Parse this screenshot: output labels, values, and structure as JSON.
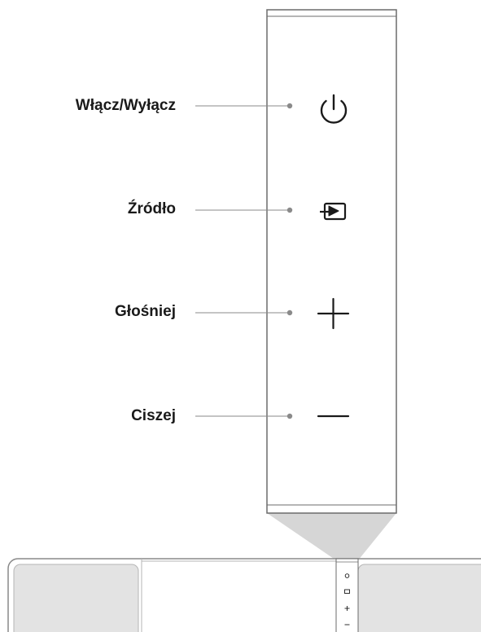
{
  "labels": {
    "power": "Włącz/Wyłącz",
    "source": "Źródło",
    "volume_up": "Głośniej",
    "volume_down": "Ciszej"
  },
  "icons": {
    "power": "power-icon",
    "source": "source-input-icon",
    "volume_up": "plus-icon",
    "volume_down": "minus-icon"
  },
  "colors": {
    "text": "#1a1a1a",
    "outline": "#6b6b6b",
    "leader_line": "#8a8a8a",
    "device_panel": "#e3e3e3",
    "magnifier_cone": "#d6d6d6"
  }
}
